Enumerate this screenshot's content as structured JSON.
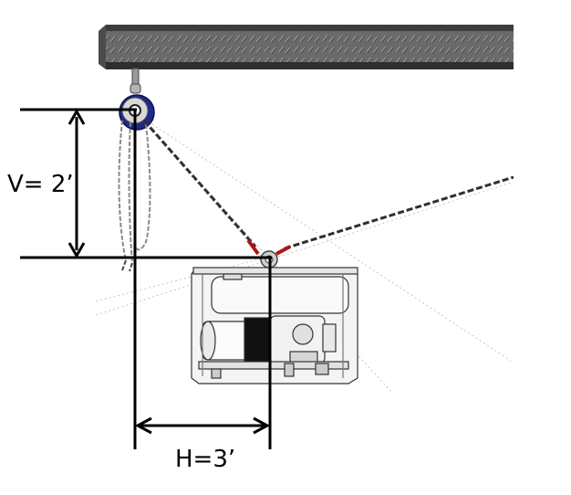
{
  "labels": {
    "vertical": "V= 2’",
    "horizontal": "H=3’"
  },
  "colors": {
    "beam": "#5a5a5a",
    "hoist_blue": "#1f2a8a",
    "chain": "#333333",
    "shackle_red": "#b01515",
    "line": "#000000"
  },
  "icons": [
    "i-beam",
    "chain-hoist",
    "chain-sling",
    "generator"
  ]
}
